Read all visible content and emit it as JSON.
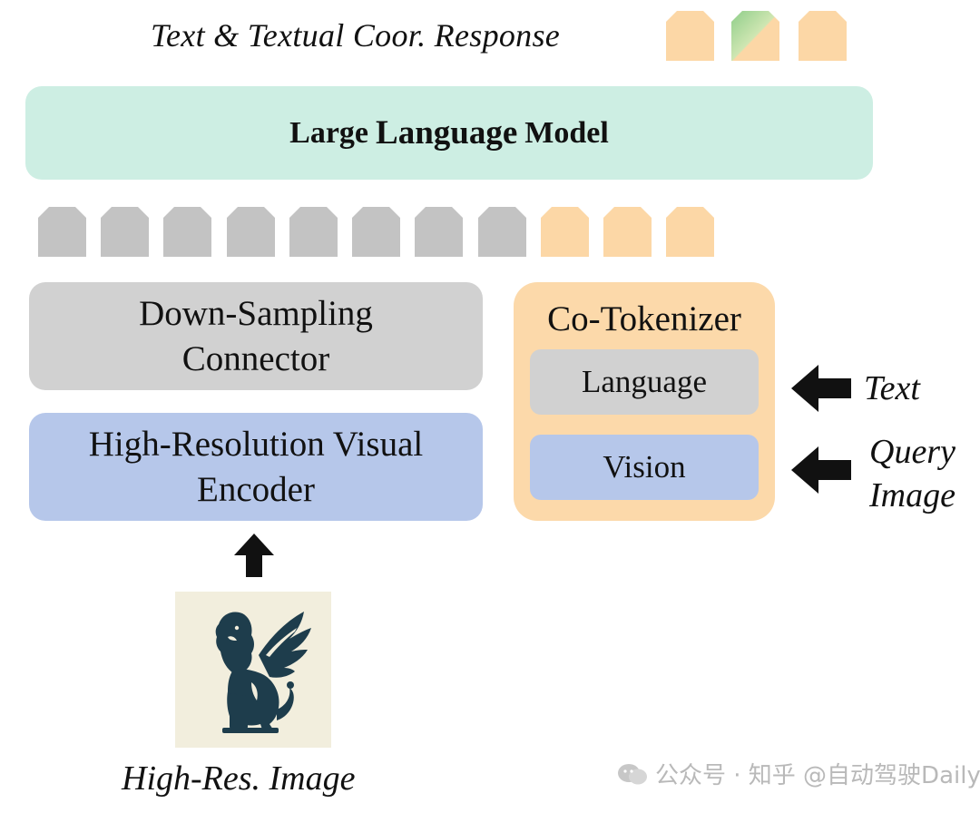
{
  "output": {
    "label": "Text & Textual Coor. Response"
  },
  "llm": {
    "prefix": "Large",
    "main": "Language",
    "suffix": "Model"
  },
  "connector": {
    "line1": "Down-Sampling",
    "line2": "Connector"
  },
  "encoder": {
    "line1": "High-Resolution Visual",
    "line2": "Encoder"
  },
  "cotokenizer": {
    "title": "Co-Tokenizer",
    "language": "Language",
    "vision": "Vision"
  },
  "inputs": {
    "text": "Text",
    "query_line1": "Query",
    "query_line2": "Image"
  },
  "image": {
    "label": "High-Res. Image"
  },
  "watermark": {
    "text": "公众号 · 知乎 @自动驾驶Daily"
  },
  "colors": {
    "llm": "#cdeee3",
    "gray_box": "#d1d1d1",
    "blue_box": "#b6c7ea",
    "orange_box": "#fcd9aa",
    "gray_token": "#c3c3c3",
    "orange_token": "#fcd7a6",
    "green_token": "#8fce8a",
    "lion": "#1e3d4c"
  }
}
